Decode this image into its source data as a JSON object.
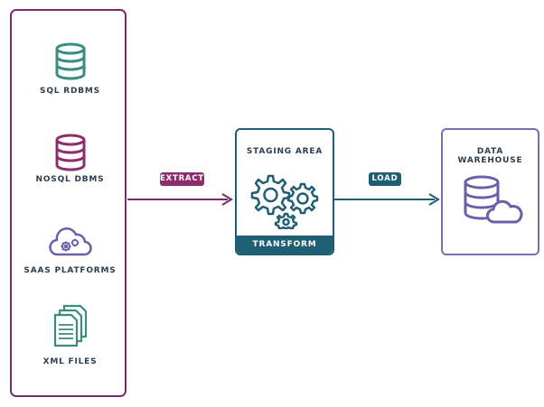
{
  "colors": {
    "source_border": "#7b2a6d",
    "staging": "#1f5f73",
    "warehouse_border": "#7a6cae",
    "icon_green": "#3a8c7f",
    "icon_magenta": "#8e2d6d",
    "icon_purple": "#6c5fa8",
    "label_text": "#2e3d4f"
  },
  "sources": {
    "items": [
      {
        "label": "SQL RDBMS",
        "icon": "database-icon"
      },
      {
        "label": "NOSQL DBMS",
        "icon": "database-icon"
      },
      {
        "label": "SAAS PLATFORMS",
        "icon": "cloud-gears-icon"
      },
      {
        "label": "XML FILES",
        "icon": "documents-icon"
      }
    ]
  },
  "edges": {
    "extract_label": "EXTRACT",
    "load_label": "LOAD"
  },
  "staging": {
    "title": "STAGING AREA",
    "transform_label": "TRANSFORM",
    "icon": "gears-icon"
  },
  "warehouse": {
    "title": "DATA WAREHOUSE",
    "icon": "database-cloud-icon"
  }
}
